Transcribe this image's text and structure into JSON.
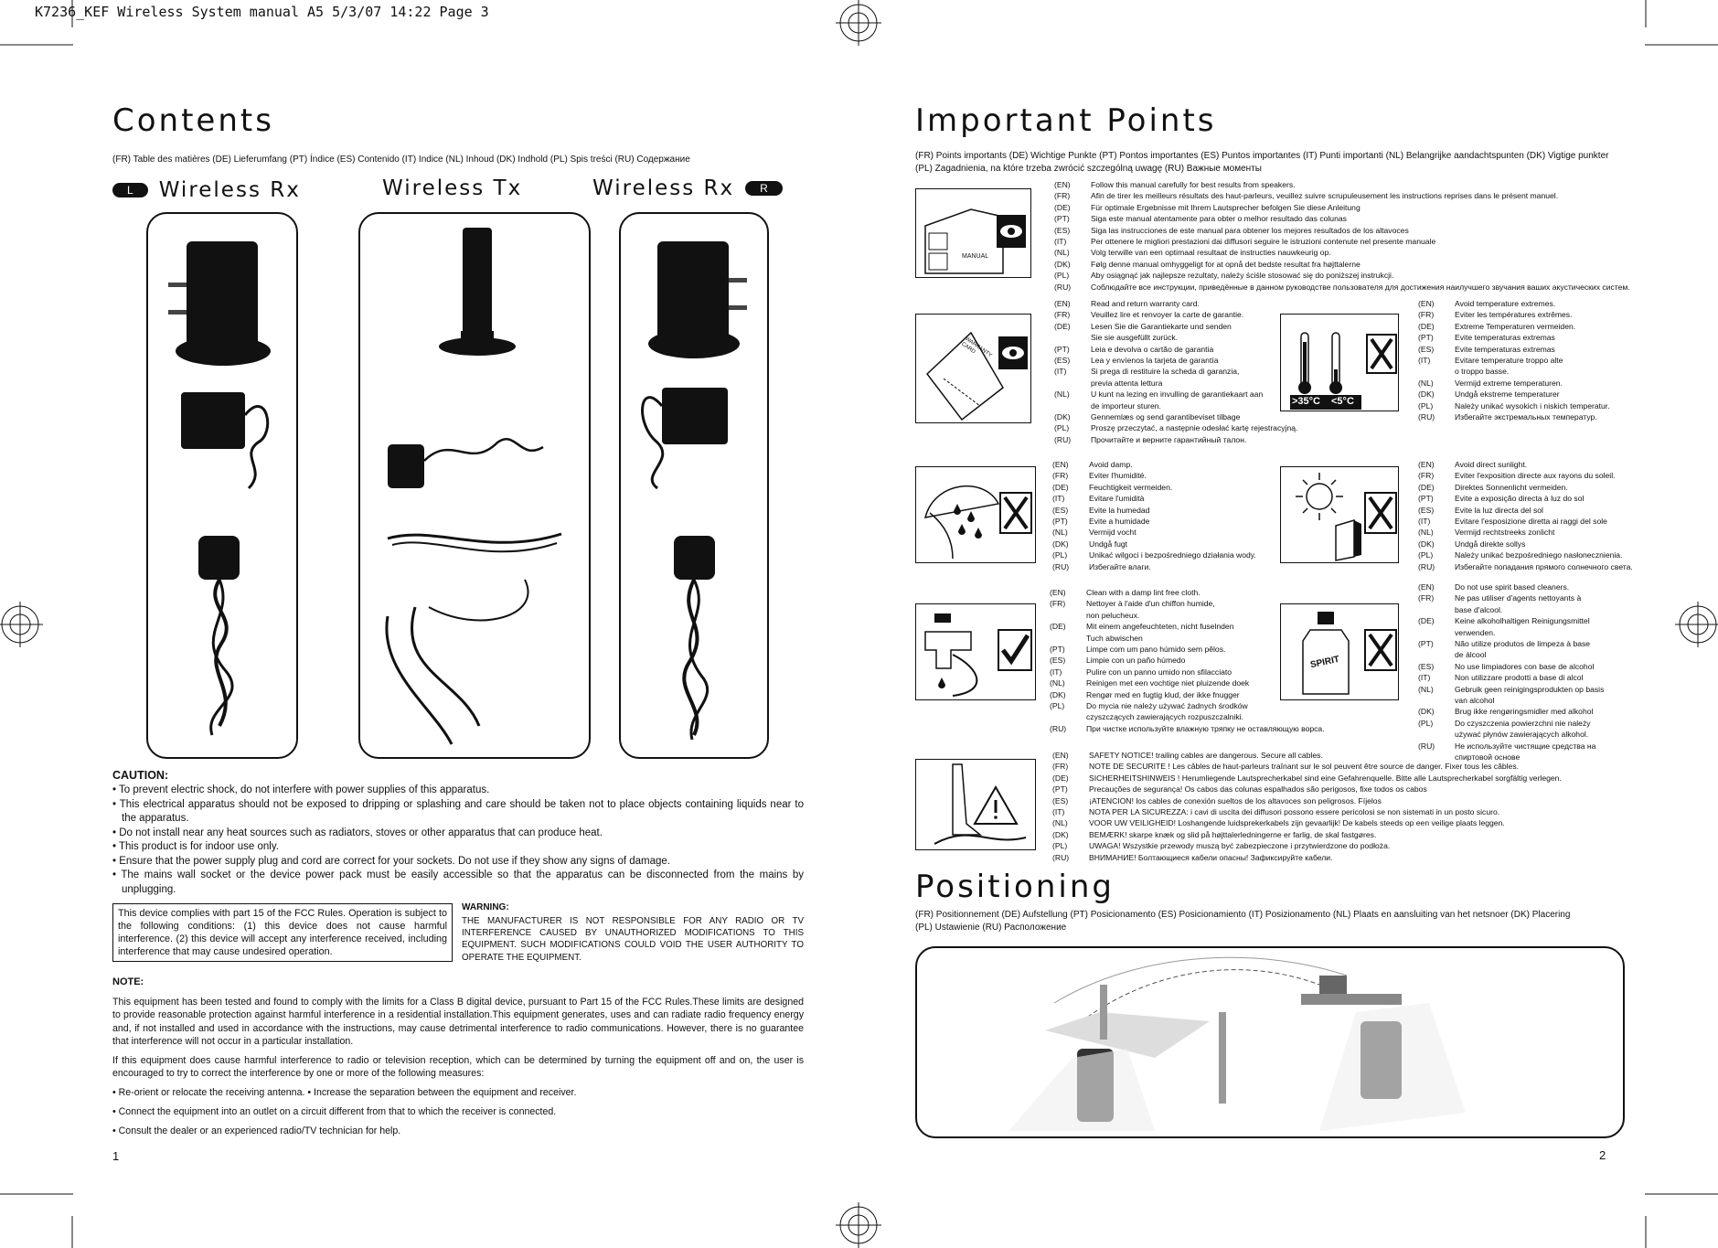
{
  "header": "K7236_KEF Wireless System manual A5  5/3/07  14:22  Page 3",
  "left": {
    "title": "Contents",
    "subtitle": "(FR) Table des matières (DE) Lieferumfang (PT) Índice (ES) Contenido (IT) Indice (NL) Inhoud (DK) Indhold (PL) Spis treści (RU) Содержание",
    "units": [
      {
        "badge": "L",
        "name": "Wireless Rx"
      },
      {
        "name": "Wireless Tx"
      },
      {
        "name": "Wireless Rx",
        "badge": "R"
      }
    ],
    "caution_title": "CAUTION:",
    "caution": [
      "• To prevent electric shock, do not interfere with power supplies of this apparatus.",
      "• This electrical apparatus should not be exposed to dripping or splashing and care should be taken not to place objects containing liquids near to the apparatus.",
      "• Do not install near any heat sources such as radiators, stoves or other apparatus that can produce heat.",
      "• This product is for indoor use only.",
      "• Ensure that the power supply plug and cord are correct for your sockets. Do not use if they show any signs of damage.",
      "• The mains wall socket or the device power pack must be easily accessible so that the apparatus can be disconnected from the mains by unplugging."
    ],
    "fcc_box": "This device complies with part 15 of the FCC Rules. Operation is subject to the following  conditions: (1) this device does not cause harmful interference. (2) this device will accept any interference received, including interference that may cause undesired operation.",
    "warning_title": "WARNING:",
    "warning": "THE MANUFACTURER IS NOT RESPONSIBLE FOR ANY RADIO OR TV INTERFERENCE CAUSED BY UNAUTHORIZED MODIFICATIONS TO THIS EQUIPMENT. SUCH MODIFICATIONS COULD VOID THE USER AUTHORITY TO OPERATE THE EQUIPMENT.",
    "note_title": "NOTE:",
    "note_p1": "This equipment has been tested and found to comply with the limits for a Class B digital device, pursuant to Part 15 of the FCC Rules.These limits are designed to provide reasonable protection against harmful interference in a residential installation.This equipment generates, uses and can radiate radio frequency energy and, if not installed and used in accordance with the instructions, may cause detrimental interference to radio communications. However, there is no guarantee that interference will not occur in a particular installation.",
    "note_p2": "If this equipment does cause harmful interference to radio or television reception, which can be determined by turning the equipment off and on, the user is encouraged to try to correct the interference by one or more of the following measures:",
    "note_b1": "• Re-orient or relocate the receiving antenna. • Increase the separation between the equipment and receiver.",
    "note_b2": "• Connect the equipment into an outlet on a circuit different from that to which the receiver is connected.",
    "note_b3": "• Consult the dealer or an experienced radio/TV technician for help.",
    "page": "1"
  },
  "right": {
    "title": "Important Points",
    "subtitle1": "(FR) Points importants  (DE) Wichtige Punkte  (PT) Pontos importantes (ES) Puntos importantes (IT) Punti importanti  (NL) Belangrijke aandachtspunten  (DK) Vigtige punkter",
    "subtitle2": "(PL) Zagadnienia, na które trzeba zwrócić szczególną uwagę (RU) Важные моменты",
    "manual_label": "MANUAL",
    "warranty_label": "WARRANTY CARD",
    "temp_hot": ">35°C",
    "temp_cold": "<5°C",
    "spirit_label": "SPIRIT",
    "manual_text": [
      {
        "c": "(EN)",
        "t": "Follow this manual carefully for best results from speakers."
      },
      {
        "c": "(FR)",
        "t": "Afin de tirer les meilleurs résultats des haut-parleurs, veuillez suivre scrupuleusement les instructions reprises dans le présent manuel."
      },
      {
        "c": "(DE)",
        "t": "Für optimale Ergebnisse mit Ihrem Lautsprecher befolgen Sie diese Anleitung"
      },
      {
        "c": "(PT)",
        "t": "Siga este manual atentamente para obter o melhor resultado das colunas"
      },
      {
        "c": "(ES)",
        "t": "Siga las instrucciones de este manual para obtener los mejores resultados de los altavoces"
      },
      {
        "c": "(IT)",
        "t": "Per ottenere le migliori prestazioni dai diffusori seguire le istruzioni contenute nel presente manuale"
      },
      {
        "c": "(NL)",
        "t": "Volg terwille van een optimaal resultaat de instructies nauwkeurig op."
      },
      {
        "c": "(DK)",
        "t": "Følg denne manual omhyggeligt for at opnå det bedste resultat fra højttalerne"
      },
      {
        "c": "(PL)",
        "t": "Aby osiągnąć jak najlepsze rezultaty, należy ściśle stosować się do poniższej instrukcji."
      },
      {
        "c": "(RU)",
        "t": "Соблюдайте все инструкции, приведённые в данном руководстве пользователя для достижения наилучшего звучания ваших акустических систем."
      }
    ],
    "warranty_text": [
      {
        "c": "(EN)",
        "t": "Read and return warranty card."
      },
      {
        "c": "(FR)",
        "t": "Veuillez lire et renvoyer la carte de garantie."
      },
      {
        "c": "(DE)",
        "t": "Lesen Sie die Garantiekarte und senden",
        "t2": "Sie sie ausgefüllt zurück."
      },
      {
        "c": "(PT)",
        "t": "Leia e devolva o cartão de garantia"
      },
      {
        "c": "(ES)",
        "t": "Lea y envíenos la tarjeta de garantía"
      },
      {
        "c": "(IT)",
        "t": "Si prega di restituire la scheda di garanzia,",
        "t2": "previa attenta lettura"
      },
      {
        "c": "(NL)",
        "t": "U kunt na lezing en invulling de garantiekaart aan",
        "t2": "de importeur sturen."
      },
      {
        "c": "(DK)",
        "t": "Gennemlæs og send garantibeviset tilbage"
      },
      {
        "c": "(PL)",
        "t": "Proszę przeczytać, a następnie odesłać kartę rejestracyjną."
      },
      {
        "c": "(RU)",
        "t": "Прочитайте и верните гарантийный талон."
      }
    ],
    "temp_text": [
      {
        "c": "(EN)",
        "t": "Avoid temperature extremes."
      },
      {
        "c": "(FR)",
        "t": "Eviter les températures extrêmes."
      },
      {
        "c": "(DE)",
        "t": "Extreme Temperaturen vermeiden."
      },
      {
        "c": "(PT)",
        "t": "Evite temperaturas extremas"
      },
      {
        "c": "(ES)",
        "t": "Evite temperaturas extremas"
      },
      {
        "c": "(IT)",
        "t": "Evitare temperature troppo alte",
        "t2": "o troppo basse."
      },
      {
        "c": "(NL)",
        "t": "Vermijd extreme temperaturen."
      },
      {
        "c": "(DK)",
        "t": "Undgå ekstreme temperaturer"
      },
      {
        "c": "(PL)",
        "t": "Należy unikać wysokich i niskich temperatur."
      },
      {
        "c": "(RU)",
        "t": "Избегайте экстремальных температур."
      }
    ],
    "damp_text": [
      {
        "c": "(EN)",
        "t": "Avoid damp."
      },
      {
        "c": "(FR)",
        "t": "Eviter l'humidité."
      },
      {
        "c": "(DE)",
        "t": "Feuchtigkeit vermeiden."
      },
      {
        "c": "(IT)",
        "t": "Evitare l'umidità"
      },
      {
        "c": "(ES)",
        "t": "Evite la humedad"
      },
      {
        "c": "(PT)",
        "t": "Evite a humidade"
      },
      {
        "c": "(NL)",
        "t": "Vermijd vocht"
      },
      {
        "c": "(DK)",
        "t": "Undgå fugt"
      },
      {
        "c": "(PL)",
        "t": "Unikać wilgoci i bezpośredniego działania wody."
      },
      {
        "c": "(RU)",
        "t": "Избегайте влаги."
      }
    ],
    "sun_text": [
      {
        "c": "(EN)",
        "t": "Avoid direct sunlight."
      },
      {
        "c": "(FR)",
        "t": "Eviter l'exposition directe aux rayons du soleil."
      },
      {
        "c": "(DE)",
        "t": "Direktes Sonnenlicht vermeiden."
      },
      {
        "c": "(PT)",
        "t": "Evite a exposição directa à luz do sol"
      },
      {
        "c": "(ES)",
        "t": "Evite la luz directa del sol"
      },
      {
        "c": "(IT)",
        "t": "Evitare l'esposizione diretta ai raggi del sole"
      },
      {
        "c": "(NL)",
        "t": "Vermijd rechtstreeks zonlicht"
      },
      {
        "c": "(DK)",
        "t": "Undgå direkte sollys"
      },
      {
        "c": "(PL)",
        "t": "Należy unikać bezpośredniego nasłonecznienia."
      },
      {
        "c": "(RU)",
        "t": "Избегайте попадания прямого солнечного света."
      }
    ],
    "clean_text": [
      {
        "c": "(EN)",
        "t": "Clean with a damp lint free cloth."
      },
      {
        "c": "(FR)",
        "t": "Nettoyer à l'aide d'un chiffon humide,",
        "t2": "non pelucheux."
      },
      {
        "c": "(DE)",
        "t": "Mit einem angefeuchteten, nicht fuselnden",
        "t2": "Tuch abwischen"
      },
      {
        "c": "(PT)",
        "t": "Limpe com um pano húmido sem pêlos."
      },
      {
        "c": "(ES)",
        "t": "Limpie con un paño húmedo"
      },
      {
        "c": "(IT)",
        "t": "Pulire con un panno umido non sfilacciato"
      },
      {
        "c": "(NL)",
        "t": "Reinigen met een vochtige niet pluizende doek"
      },
      {
        "c": "(DK)",
        "t": "Rengør med en fugtig klud, der ikke fnugger"
      },
      {
        "c": "(PL)",
        "t": "Do mycia nie należy używać żadnych środków",
        "t2": "czyszczących zawierających rozpuszczalniki."
      },
      {
        "c": "(RU)",
        "t": "При чистке используйте влажную тряпку не оставляющую ворса."
      }
    ],
    "spirit_text": [
      {
        "c": "(EN)",
        "t": "Do not use spirit based cleaners."
      },
      {
        "c": "(FR)",
        "t": "Ne pas utiliser d'agents nettoyants à",
        "t2": "base d'alcool."
      },
      {
        "c": "(DE)",
        "t": "Keine alkoholhaltigen Reinigungsmittel",
        "t2": "verwenden."
      },
      {
        "c": "(PT)",
        "t": "Não utilize produtos de limpeza à base",
        "t2": "de álcool"
      },
      {
        "c": "(ES)",
        "t": "No use limpiadores con base de alcohol"
      },
      {
        "c": "(IT)",
        "t": "Non utilizzare prodotti a base di alcol"
      },
      {
        "c": "(NL)",
        "t": "Gebruik geen reinigingsprodukten op basis",
        "t2": "van alcohol"
      },
      {
        "c": "(DK)",
        "t": "Brug ikke rengøringsmidler med alkohol"
      },
      {
        "c": "(PL)",
        "t": "Do czyszczenia powierzchni nie należy",
        "t2": "używać płynów zawierających alkohol."
      },
      {
        "c": "(RU)",
        "t": "Не используйте чистящие средства на",
        "t2": "спиртовой основе"
      }
    ],
    "safety_text": [
      {
        "c": "(EN)",
        "t": "SAFETY NOTICE! trailing cables are dangerous. Secure all cables."
      },
      {
        "c": "(FR)",
        "t": "NOTE DE SECURITE ! Les câbles de haut-parleurs traînant sur le sol peuvent être source de danger. Fixer tous les câbles."
      },
      {
        "c": "(DE)",
        "t": "SICHERHEITSHINWEIS ! Herumliegende Lautsprecherkabel sind eine Gefahrenquelle. Bitte alle Lautsprecherkabel sorgfältig verlegen."
      },
      {
        "c": "(PT)",
        "t": "Precauções de segurança! Os cabos das colunas  espalhados são perigosos, fixe todos os cabos"
      },
      {
        "c": "(ES)",
        "t": "¡ATENCION!  los cables de conexión sueltos de los altavoces son peligrosos. Fíjelos"
      },
      {
        "c": "(IT)",
        "t": "NOTA PER LA SICUREZZA: i cavi di uscita dei diffusori possono essere pericolosi se non sistemati in un posto sicuro."
      },
      {
        "c": "(NL)",
        "t": "VOOR UW VEILIGHEID! Loshangende luidsprekerkabels zijn gevaarlijk! De kabels steeds op een veilige plaats leggen."
      },
      {
        "c": "(DK)",
        "t": "BEMÆRK! skarpe knæk og slid på højttalerledningerne er farlig, de skal fastgøres."
      },
      {
        "c": "(PL)",
        "t": "UWAGA! Wszystkie przewody muszą być zabezpieczone i przytwierdzone do podłoża."
      },
      {
        "c": "(RU)",
        "t": "ВНИМАНИЕ! Болтающиеся кабели опасны! Зафиксируйте кабели."
      }
    ],
    "pos_title": "Positioning",
    "pos_sub1": "(FR) Positionnement (DE) Aufstellung (PT) Posicionamento (ES) Posicionamiento (IT) Posizionamento (NL) Plaats en aansluiting van het netsnoer (DK) Placering",
    "pos_sub2": "(PL) Ustawienie (RU) Расположение",
    "page": "2"
  }
}
